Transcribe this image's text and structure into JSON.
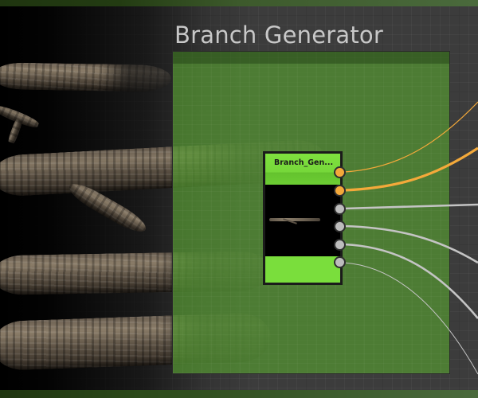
{
  "frame": {
    "title": "Branch Generator",
    "color": "#559632"
  },
  "node": {
    "title": "Branch_Gen...",
    "header_color": "#7ade3c",
    "thumbnail": "branch-preview",
    "outputs": [
      {
        "type": "orange",
        "color": "#f4a93a"
      },
      {
        "type": "orange",
        "color": "#f4a93a"
      },
      {
        "type": "gray",
        "color": "#bdbdbd"
      },
      {
        "type": "gray",
        "color": "#bdbdbd"
      },
      {
        "type": "gray",
        "color": "#bdbdbd"
      },
      {
        "type": "gray",
        "color": "#bdbdbd"
      }
    ]
  },
  "wires": [
    {
      "from_output": 0,
      "color": "#f4a93a",
      "width": "thin"
    },
    {
      "from_output": 1,
      "color": "#f4a93a",
      "width": "thick"
    },
    {
      "from_output": 2,
      "color": "#c4c4c4",
      "width": "thick"
    },
    {
      "from_output": 3,
      "color": "#c4c4c4",
      "width": "thick"
    },
    {
      "from_output": 4,
      "color": "#c4c4c4",
      "width": "thick"
    },
    {
      "from_output": 5,
      "color": "#c4c4c4",
      "width": "thin"
    }
  ],
  "colors": {
    "canvas": "#3c3c3c",
    "top_bar": "#4a6a3c",
    "accent_orange": "#f4a93a",
    "accent_lime": "#7ade3c"
  }
}
